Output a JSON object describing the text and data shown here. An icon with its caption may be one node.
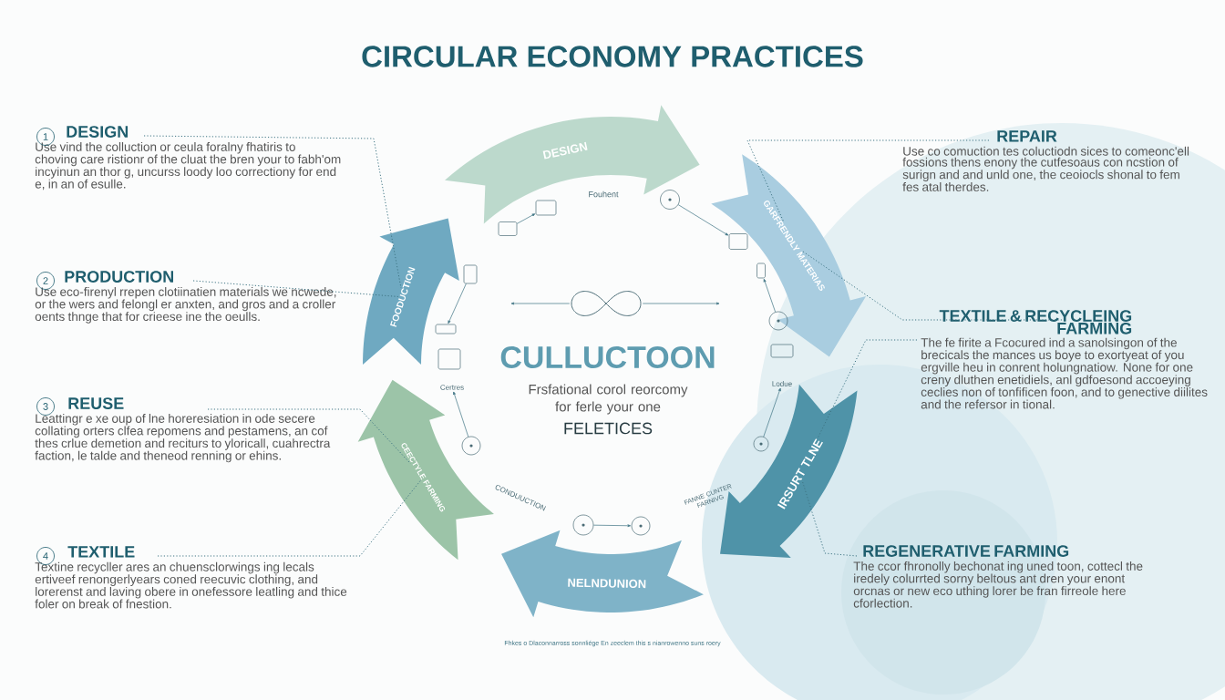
{
  "diagram": {
    "title": "CIRCULAR ECONOMY PRACTICES",
    "nodes": [
      {
        "text": [
          "DESIGN",
          "Use vind the colluction or ceula foralny fhatiris to choving care ristionr of the cluat the bren your to fabh'om incyinun an thor g, uncurss loody loo correctiony for end e, in an of esulle."
        ]
      },
      {
        "text": [
          "PRODUCTION",
          "Use eco-firenyl rrepen clotiinatien materials we ncwede, or the wers and felongl er anxten, and gros and a croller oents thnge that for crieese ine the oeulls."
        ]
      },
      {
        "text": [
          "REUSE",
          "Leattingr e xe oup of lne horeresiation in ode secere collating orters clfea repomens and pestamens, an cof thes crlue demetion and reciturs to yloricall, cuahrectra faction, le talde and theneod renning or ehins."
        ]
      },
      {
        "text": [
          "TEXTILE",
          "Textine recycller ares an chuensclorwings ing lecals ertiveef renongerlyears coned reecuvic clothing, and lorerenst and laving obere in onefessore leatling and thice foler on break of fnestion."
        ]
      },
      {
        "text": [
          "REPAIR",
          "Use co comuction tes coluctiodn sices to comeonc'ell fossions thens enony the cutfesoaus con ncstion of surign and and unld one, the ceoiocls shonal to fem fes atal therdes."
        ]
      },
      {
        "text": [
          "TEXTILE & RECYCLEING FARMING",
          "The fe firite a Fcocured ind a sanolsingon of the brecicals the mances us boye to exortyeat of you ergville heu in conrent holungnatiow. None for one creny dluthen enetidiels, anl gdfoesond accoeying ceclies non of tonfificen foon, and to genective diilites and the refersor in tional."
        ]
      },
      {
        "text": [
          "REGENERATIVE FARMING",
          "The ccor fhronolly bechonat ing uned toon, cottecl the iredely colurrted sorny beltous ant dren your enont orcnas or new eco uthing lorer be fran firreole here cforlection."
        ]
      },
      {
        "text": [
          "DESIGN"
        ]
      },
      {
        "text": [
          "GARFRENDLY MATERIAS"
        ]
      },
      {
        "text": [
          "IRSURT TLNE"
        ]
      },
      {
        "text": [
          "NELNDUNION"
        ]
      },
      {
        "text": [
          "CEECTYLE FARMING"
        ]
      },
      {
        "text": [
          "FOODUCTION"
        ]
      },
      {
        "text": [],
        "shape": "picture"
      },
      {
        "text": [],
        "shape": "box"
      },
      {
        "text": [],
        "shape": "box"
      },
      {
        "text": [],
        "shape": "circle"
      },
      {
        "text": [],
        "shape": "box"
      },
      {
        "text": [],
        "shape": "box"
      },
      {
        "text": [],
        "shape": "circle"
      },
      {
        "text": [],
        "shape": "box"
      },
      {
        "text": [
          "Lodue"
        ]
      },
      {
        "text": [],
        "shape": "circle"
      },
      {
        "text": [],
        "shape": "box"
      },
      {
        "text": [],
        "shape": "box"
      },
      {
        "text": [],
        "shape": "box"
      },
      {
        "text": [
          "Certres"
        ]
      },
      {
        "text": [],
        "shape": "circle"
      },
      {
        "text": [],
        "shape": "circle"
      },
      {
        "text": [],
        "shape": "circle"
      }
    ],
    "edges": [
      {
        "from": 0,
        "to": 12,
        "arrow": "none",
        "style": "dashed"
      },
      {
        "from": 1,
        "to": 12,
        "arrow": "none",
        "style": "dashed"
      },
      {
        "from": 2,
        "to": 11,
        "arrow": "none",
        "style": "dashed"
      },
      {
        "from": 3,
        "to": 11,
        "arrow": "none",
        "style": "dashed"
      },
      {
        "from": 4,
        "to": 8,
        "arrow": "none",
        "style": "dashed"
      },
      {
        "from": 5,
        "to": 8,
        "arrow": "none",
        "style": "dashed"
      },
      {
        "from": 5,
        "to": 9,
        "arrow": "none",
        "style": "dashed"
      },
      {
        "from": 6,
        "to": 9,
        "arrow": "none",
        "style": "dashed"
      },
      {
        "from": 13,
        "to": null,
        "arrow": "to"
      },
      {
        "from": 13,
        "to": null,
        "arrow": "to"
      },
      {
        "from": 14,
        "to": 15,
        "arrow": "to"
      },
      {
        "from": 16,
        "to": 17,
        "arrow": "to"
      },
      {
        "from": 19,
        "to": 18,
        "arrow": "to"
      },
      {
        "from": 22,
        "to": 21,
        "arrow": "to"
      },
      {
        "from": 23,
        "to": 24,
        "arrow": "to"
      },
      {
        "from": 27,
        "to": 26,
        "arrow": "to"
      },
      {
        "from": 28,
        "to": 29,
        "arrow": "to"
      }
    ],
    "labels": [
      "1",
      "2",
      "3",
      "4",
      "Fouhent",
      "CULLUCTOON",
      "Frsfational corol reorcomy for ferle your one",
      "FELETICES",
      "CONDUUCTION",
      "FANNE CUNTER FARNIVG",
      "Fhkes o Dlaconnarross sonnliége En zeeclem this s nianrowenno suns roery"
    ]
  }
}
